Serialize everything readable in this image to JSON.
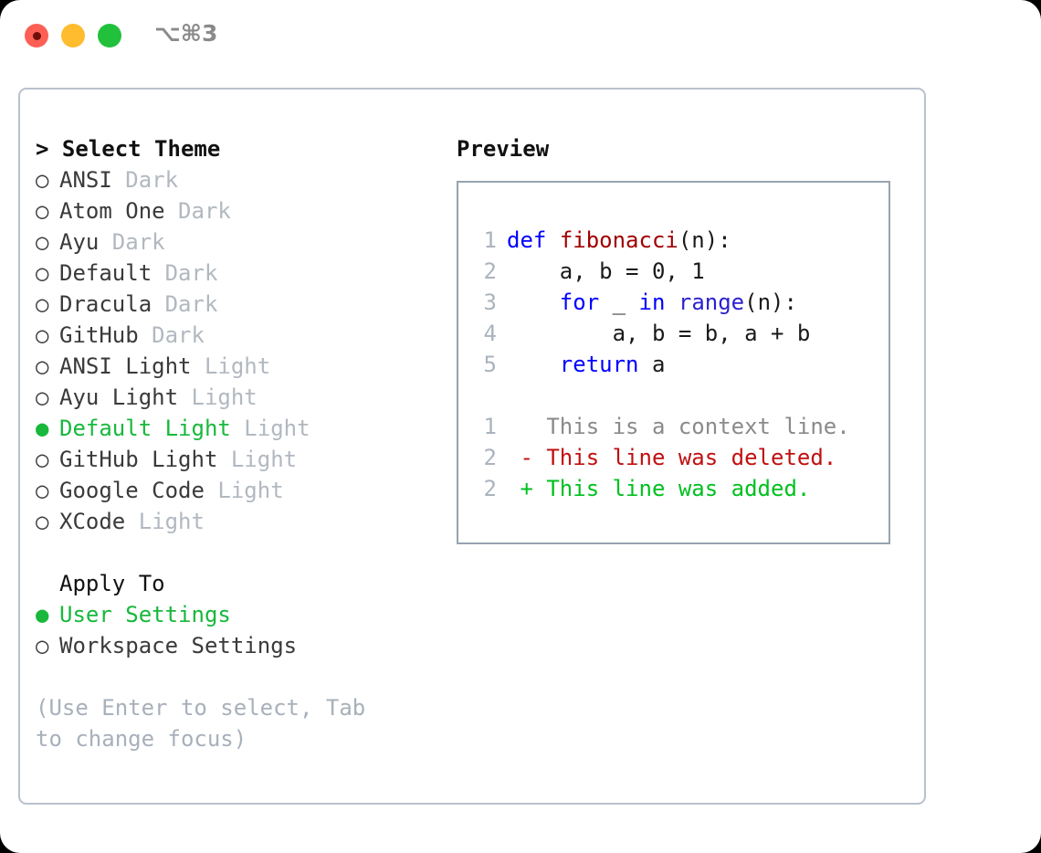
{
  "titlebar": {
    "shortcut": "⌥⌘3",
    "lights": [
      {
        "name": "close",
        "color": "#fd5f55"
      },
      {
        "name": "minimize",
        "color": "#febc2e"
      },
      {
        "name": "maximize",
        "color": "#22c13c"
      }
    ]
  },
  "theme_picker": {
    "header": "> Select Theme",
    "marker_unselected": "○",
    "marker_selected": "●",
    "accent_color": "#18b83c",
    "items": [
      {
        "name": "ANSI",
        "suffix": "Dark",
        "selected": false
      },
      {
        "name": "Atom One",
        "suffix": "Dark",
        "selected": false
      },
      {
        "name": "Ayu",
        "suffix": "Dark",
        "selected": false
      },
      {
        "name": "Default",
        "suffix": "Dark",
        "selected": false
      },
      {
        "name": "Dracula",
        "suffix": "Dark",
        "selected": false
      },
      {
        "name": "GitHub",
        "suffix": "Dark",
        "selected": false
      },
      {
        "name": "ANSI Light",
        "suffix": "Light",
        "selected": false
      },
      {
        "name": "Ayu Light",
        "suffix": "Light",
        "selected": false
      },
      {
        "name": "Default Light",
        "suffix": "Light",
        "selected": true
      },
      {
        "name": "GitHub Light",
        "suffix": "Light",
        "selected": false
      },
      {
        "name": "Google Code",
        "suffix": "Light",
        "selected": false
      },
      {
        "name": "XCode",
        "suffix": "Light",
        "selected": false
      }
    ]
  },
  "apply_to": {
    "header": "Apply To",
    "items": [
      {
        "name": "User Settings",
        "selected": true
      },
      {
        "name": "Workspace Settings",
        "selected": false
      }
    ]
  },
  "hint": "(Use Enter to select, Tab to change focus)",
  "preview": {
    "title": "Preview",
    "code_lines": [
      {
        "num": "1",
        "tokens": [
          {
            "t": "def",
            "c": "kw"
          },
          {
            "t": " ",
            "c": "plain"
          },
          {
            "t": "fibonacci",
            "c": "fn"
          },
          {
            "t": "(n):",
            "c": "plain"
          }
        ]
      },
      {
        "num": "2",
        "tokens": [
          {
            "t": "    a, b = 0, 1",
            "c": "plain"
          }
        ]
      },
      {
        "num": "3",
        "tokens": [
          {
            "t": "    ",
            "c": "plain"
          },
          {
            "t": "for",
            "c": "kw"
          },
          {
            "t": " _ ",
            "c": "plain"
          },
          {
            "t": "in",
            "c": "kw"
          },
          {
            "t": " ",
            "c": "plain"
          },
          {
            "t": "range",
            "c": "kw2"
          },
          {
            "t": "(n):",
            "c": "plain"
          }
        ]
      },
      {
        "num": "4",
        "tokens": [
          {
            "t": "        a, b = b, a + b",
            "c": "plain"
          }
        ]
      },
      {
        "num": "5",
        "tokens": [
          {
            "t": "    ",
            "c": "plain"
          },
          {
            "t": "return",
            "c": "kw"
          },
          {
            "t": " a",
            "c": "plain"
          }
        ]
      }
    ],
    "diff_lines": [
      {
        "num": "1",
        "sign": " ",
        "text": " This is a context line.",
        "kind": "ctx"
      },
      {
        "num": "2",
        "sign": "-",
        "text": " This line was deleted.",
        "kind": "del"
      },
      {
        "num": "2",
        "sign": "+",
        "text": " This line was added.",
        "kind": "add"
      }
    ]
  }
}
